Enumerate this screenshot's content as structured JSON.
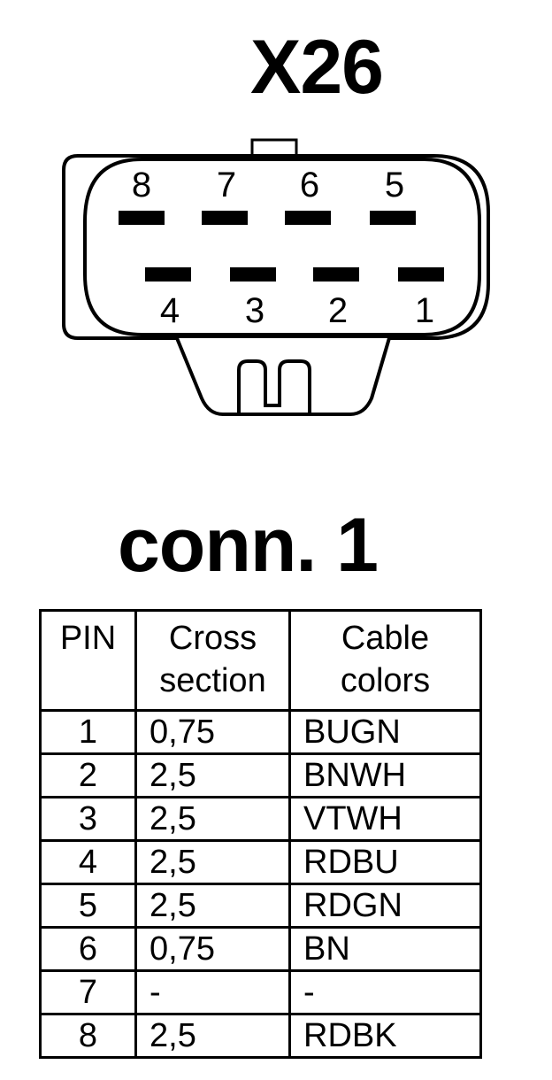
{
  "connector_label": "X26",
  "pins_top": [
    "8",
    "7",
    "6",
    "5"
  ],
  "pins_bottom": [
    "4",
    "3",
    "2",
    "1"
  ],
  "table_title": "conn. 1",
  "table": {
    "headers": [
      {
        "line1": "PIN",
        "line2": ""
      },
      {
        "line1": "Cross",
        "line2": "section"
      },
      {
        "line1": "Cable",
        "line2": "colors"
      }
    ],
    "rows": [
      {
        "pin": "1",
        "section": "0,75",
        "color": "BUGN"
      },
      {
        "pin": "2",
        "section": "2,5",
        "color": "BNWH"
      },
      {
        "pin": "3",
        "section": "2,5",
        "color": "VTWH"
      },
      {
        "pin": "4",
        "section": "2,5",
        "color": "RDBU"
      },
      {
        "pin": "5",
        "section": "2,5",
        "color": "RDGN"
      },
      {
        "pin": "6",
        "section": "0,75",
        "color": "BN"
      },
      {
        "pin": "7",
        "section": "-",
        "color": "-"
      },
      {
        "pin": "8",
        "section": "2,5",
        "color": "RDBK"
      }
    ]
  }
}
